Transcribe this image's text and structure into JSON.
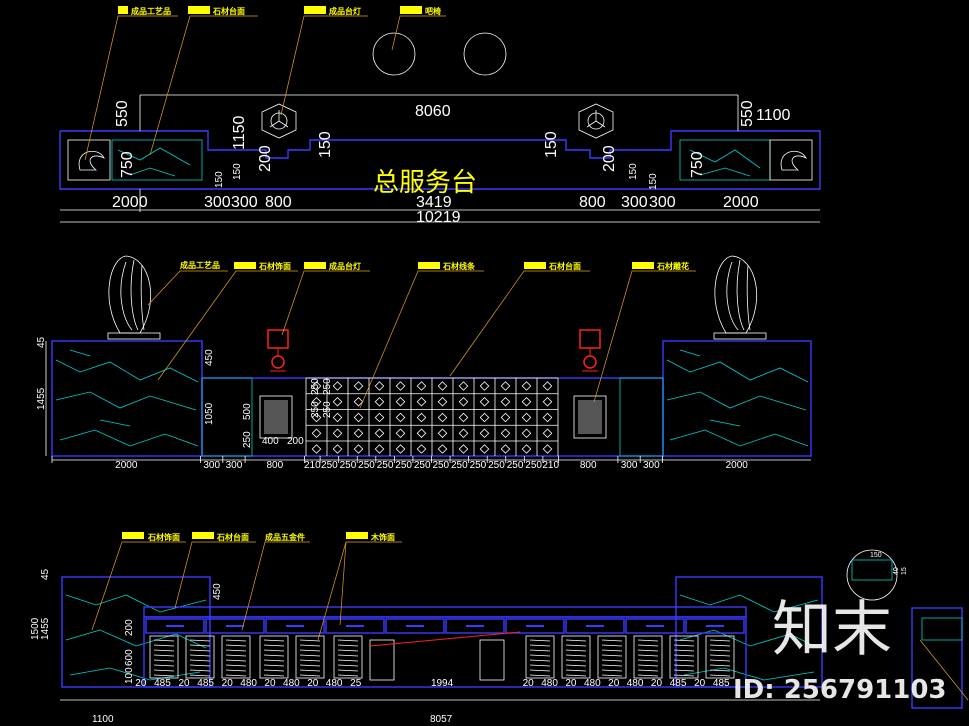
{
  "plan": {
    "title": "总服务台",
    "labels": [
      "成品工艺品",
      "石材台面",
      "成品台灯",
      "吧椅"
    ],
    "tags": [
      "",
      "",
      "",
      ""
    ],
    "dims_top": [
      "8060",
      "1100",
      "550",
      "550",
      "1150",
      "150",
      "150",
      "200",
      "200",
      "750",
      "750",
      "150",
      "150",
      "150",
      "150"
    ],
    "dims_bottom": [
      "2000",
      "300",
      "300",
      "800",
      "3419",
      "800",
      "300",
      "300",
      "2000"
    ],
    "total": "10219"
  },
  "elevation": {
    "labels": [
      "成品工艺品",
      "石材饰面",
      "成品台灯",
      "石材线条",
      "石材台面",
      "石材雕花"
    ],
    "left_dims": [
      "45",
      "1455",
      "450",
      "1050",
      "500",
      "250"
    ],
    "center_dims": [
      "250",
      "250",
      "250",
      "250"
    ],
    "niche_dims": [
      "400",
      "200"
    ],
    "bottom_dims": [
      "2000",
      "300",
      "300",
      "800",
      "210",
      "250",
      "250",
      "250",
      "250",
      "250",
      "250",
      "250",
      "250",
      "250",
      "250",
      "250",
      "250",
      "210",
      "800",
      "300",
      "300",
      "2000"
    ]
  },
  "section": {
    "labels": [
      "石材饰面",
      "石材台面",
      "成品五金件",
      "木饰面"
    ],
    "left_dims": [
      "45",
      "1500",
      "1455",
      "450",
      "200",
      "600",
      "100"
    ],
    "bottom_dims": [
      "20",
      "485",
      "20",
      "485",
      "20",
      "480",
      "20",
      "480",
      "20",
      "480",
      "25",
      "1994",
      "20",
      "480",
      "20",
      "480",
      "20",
      "480",
      "20",
      "485",
      "20",
      "485"
    ],
    "outer_dims": [
      "1100",
      "8057"
    ],
    "detail_dims": [
      "150",
      "40",
      "15"
    ]
  },
  "watermark": {
    "logo": "知末",
    "id": "ID: 256791103"
  },
  "colors": {
    "outline": "#3a3aff",
    "text": "#ffffff",
    "label": "#ffff00",
    "leader": "#e0a020",
    "hatch": "#00d0d0",
    "lamp": "#ff2020"
  }
}
